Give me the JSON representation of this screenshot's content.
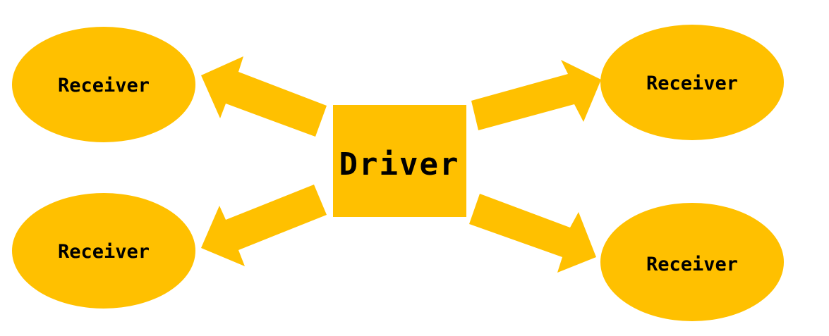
{
  "colors": {
    "fill": "#FFC000",
    "text": "#000000",
    "background": "#FFFFFF"
  },
  "driver": {
    "label": "Driver"
  },
  "receivers": [
    {
      "label": "Receiver"
    },
    {
      "label": "Receiver"
    },
    {
      "label": "Receiver"
    },
    {
      "label": "Receiver"
    }
  ]
}
